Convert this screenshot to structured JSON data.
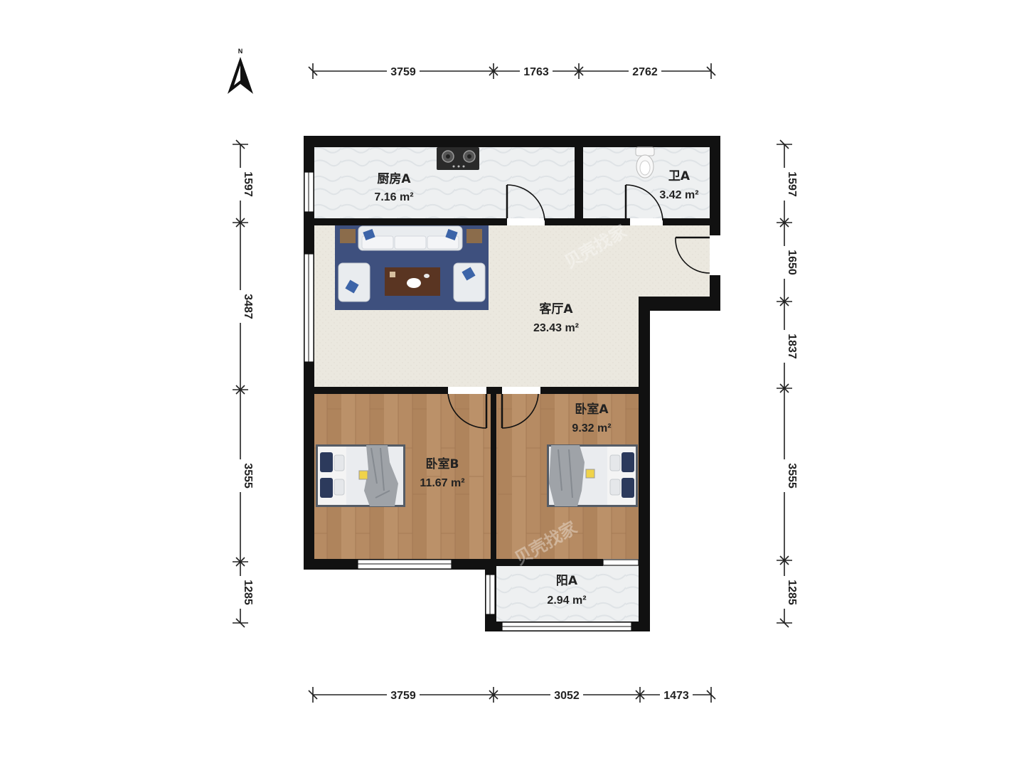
{
  "compass": {
    "label": "N"
  },
  "colors": {
    "wall": "#111111",
    "tile": "#eceff0",
    "living_floor": "#ebe8e0",
    "wood_floor": "#b58a62",
    "rug": "#3d4f7c"
  },
  "rooms": {
    "kitchen": {
      "name": "厨房A",
      "area": "7.16 m²"
    },
    "bathroom": {
      "name": "卫A",
      "area": "3.42 m²"
    },
    "living": {
      "name": "客厅A",
      "area": "23.43 m²"
    },
    "bedroom_b": {
      "name": "卧室B",
      "area": "11.67 m²"
    },
    "bedroom_a": {
      "name": "卧室A",
      "area": "9.32 m²"
    },
    "balcony": {
      "name": "阳A",
      "area": "2.94 m²"
    }
  },
  "dimensions": {
    "top": [
      "3759",
      "1763",
      "2762"
    ],
    "bottom": [
      "3759",
      "3052",
      "1473"
    ],
    "left": [
      "1597",
      "3487",
      "3555",
      "1285"
    ],
    "right": [
      "1597",
      "1650",
      "1837",
      "3555",
      "1285"
    ]
  },
  "watermark": "贝壳找家"
}
